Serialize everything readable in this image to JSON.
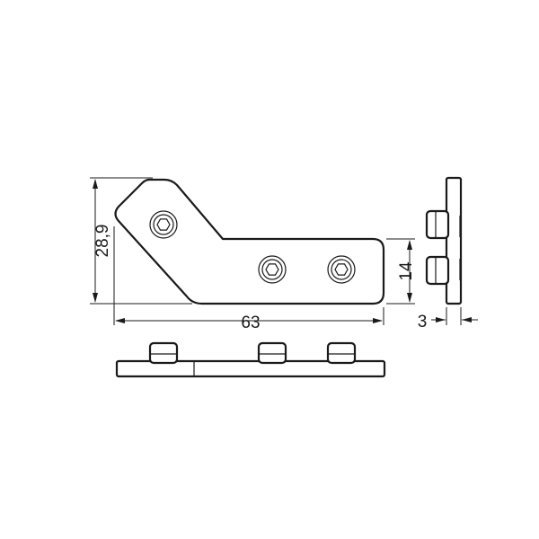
{
  "dimensions": {
    "height_total": "28,9",
    "height_arm": "14",
    "length_total": "63",
    "thickness": "3"
  },
  "colors": {
    "line": "#1a1a1a",
    "background": "#ffffff"
  },
  "icons": [
    "hex-socket-screw-icon"
  ]
}
